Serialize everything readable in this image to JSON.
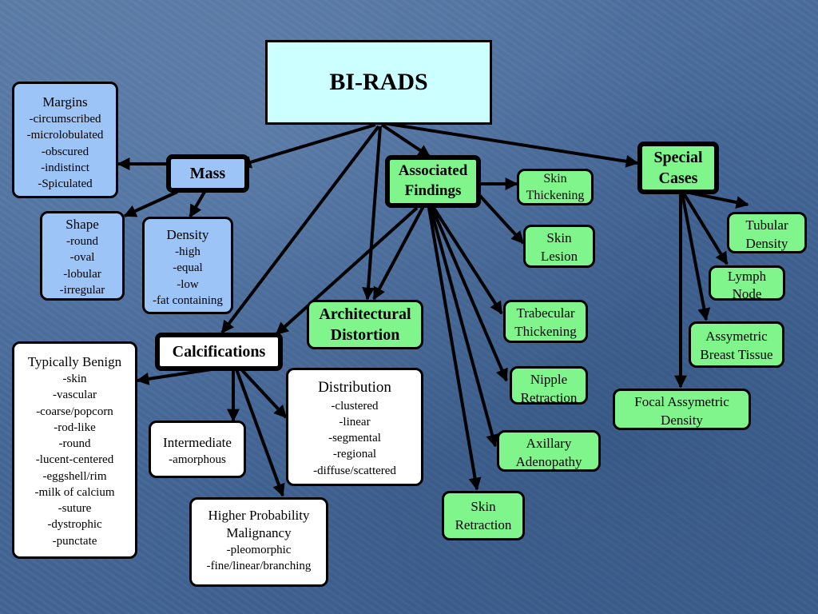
{
  "title": "BI-RADS",
  "colors": {
    "blue_box": "#9dc4f6",
    "green_box": "#7ff58c",
    "title_box": "#ccffff",
    "white_box": "#ffffff"
  },
  "mass": {
    "label": "Mass",
    "margins": {
      "heading": "Margins",
      "items": [
        "-circumscribed",
        "-microlobulated",
        "-obscured",
        "-indistinct",
        "-Spiculated"
      ]
    },
    "shape": {
      "heading": "Shape",
      "items": [
        "-round",
        "-oval",
        "-lobular",
        "-irregular"
      ]
    },
    "density": {
      "heading": "Density",
      "items": [
        "-high",
        "-equal",
        "-low",
        "-fat containing"
      ]
    }
  },
  "calcifications": {
    "label": "Calcifications",
    "typically_benign": {
      "heading": "Typically Benign",
      "items": [
        "-skin",
        "-vascular",
        "-coarse/popcorn",
        "-rod-like",
        "-round",
        "-lucent-centered",
        "-eggshell/rim",
        "-milk of calcium",
        "-suture",
        "-dystrophic",
        "-punctate"
      ]
    },
    "intermediate": {
      "heading": "Intermediate",
      "items": [
        "-amorphous"
      ]
    },
    "higher_probability": {
      "heading_line1": "Higher Probability",
      "heading_line2": "Malignancy",
      "items": [
        "-pleomorphic",
        "-fine/linear/branching"
      ]
    },
    "distribution": {
      "heading": "Distribution",
      "items": [
        "-clustered",
        "-linear",
        "-segmental",
        "-regional",
        "-diffuse/scattered"
      ]
    }
  },
  "architectural_distortion": {
    "line1": "Architectural",
    "line2": "Distortion"
  },
  "associated_findings": {
    "line1": "Associated",
    "line2": "Findings",
    "items": [
      {
        "line1": "Skin",
        "line2": "Thickening"
      },
      {
        "line1": "Skin",
        "line2": "Lesion"
      },
      {
        "line1": "Trabecular",
        "line2": "Thickening"
      },
      {
        "line1": "Nipple",
        "line2": "Retraction"
      },
      {
        "line1": "Axillary",
        "line2": "Adenopathy"
      },
      {
        "line1": "Skin",
        "line2": "Retraction"
      }
    ]
  },
  "special_cases": {
    "line1": "Special",
    "line2": "Cases",
    "items": [
      {
        "line1": "Tubular",
        "line2": "Density"
      },
      {
        "line1": "Lymph",
        "line2": "Node"
      },
      {
        "line1": "Assymetric",
        "line2": "Breast Tissue"
      },
      {
        "line1": "Focal Assymetric",
        "line2": "Density"
      }
    ]
  }
}
